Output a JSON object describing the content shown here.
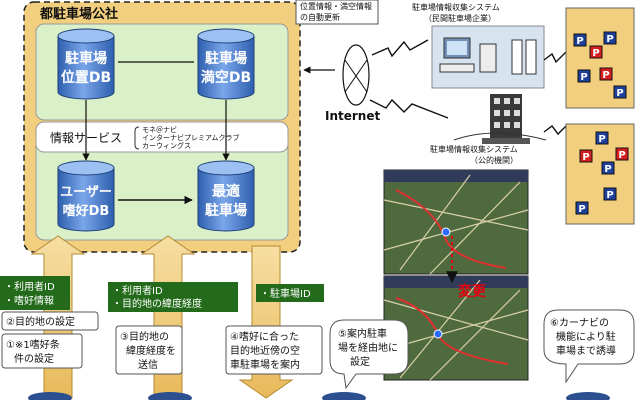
{
  "corp": {
    "title": "都駐車場公社"
  },
  "db": {
    "location": [
      "駐車場",
      "位置DB"
    ],
    "vacancy": [
      "駐車場",
      "満空DB"
    ],
    "user": [
      "ユーザー",
      "嗜好DB"
    ],
    "optimal": [
      "最適",
      "駐車場"
    ]
  },
  "info_service": {
    "label": "情報サービス",
    "brands": [
      "モネ＠ナビ",
      "インターナビプレミアムクラブ",
      "カーウィングス"
    ]
  },
  "top_note": [
    "位置情報・満空情報",
    "の自動更新"
  ],
  "internet_label": "Internet",
  "systems": {
    "private": [
      "駐車場情報収集システム",
      "（民間駐車場企業）"
    ],
    "public": [
      "駐車場情報収集システム",
      "（公的機関）"
    ]
  },
  "parking_mark": "P",
  "green_labels": {
    "a": [
      "・利用者ID",
      "・嗜好情報"
    ],
    "b": [
      "・利用者ID",
      "・目的地の緯度経度"
    ],
    "c": [
      "・駐車場ID"
    ]
  },
  "steps": {
    "s1": [
      "①※1嗜好条",
      "件の設定"
    ],
    "s2": [
      "②目的地の設定"
    ],
    "s3": [
      "③目的地の",
      "緯度経度を",
      "送信"
    ],
    "s4": [
      "④嗜好に合った",
      "目的地近傍の空",
      "車駐車場を案内"
    ],
    "s5": [
      "⑤案内駐車",
      "場を経由地に",
      "設定"
    ],
    "s6": [
      "⑥カーナビの",
      "機能により駐",
      "車場まで誘導"
    ]
  },
  "change_label": "変更",
  "colors": {
    "outer_fill": "#f2cf7e",
    "inner_fill": "#d9f0c9",
    "db_fill": "#4c7fd0",
    "label_green": "#236b1b",
    "parking_panel": "#f2cf7e",
    "change_red": "#e60012"
  }
}
